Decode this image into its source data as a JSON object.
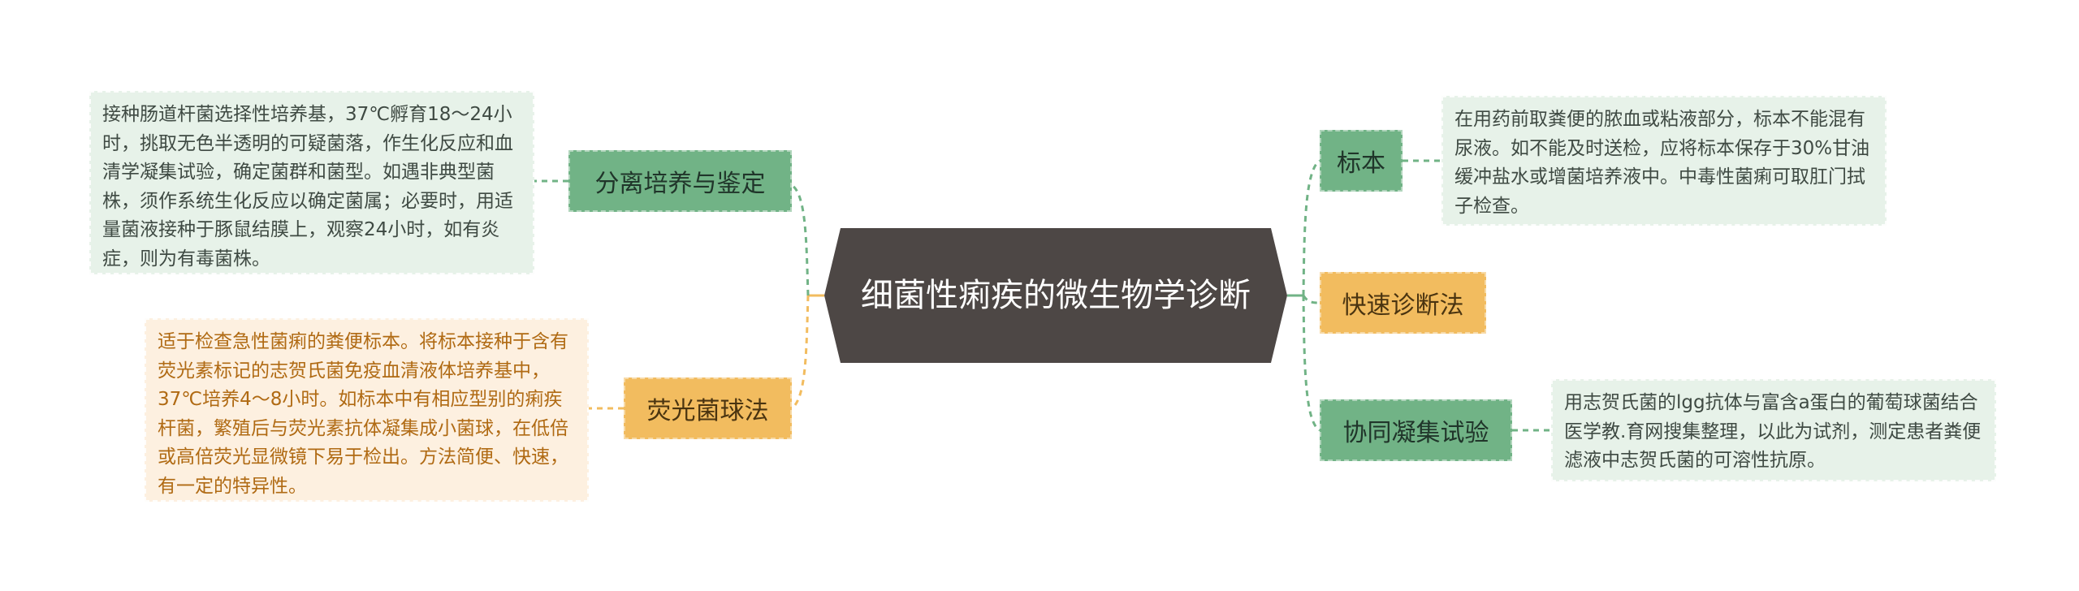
{
  "colors": {
    "center": "#4d4745",
    "green_topic": "#71b386",
    "orange_topic": "#f2bc5f",
    "green_note_bg": "#e7f2e9",
    "orange_note_bg": "#fdf0e0",
    "green_line": "#71b386",
    "orange_line": "#f2bc5f"
  },
  "center": {
    "title": "细菌性痢疾的微生物学诊断"
  },
  "topics": {
    "isolation": {
      "label": "分离培养与鉴定"
    },
    "fluorescent": {
      "label": "荧光菌球法"
    },
    "specimen": {
      "label": "标本"
    },
    "rapid": {
      "label": "快速诊断法"
    },
    "coagglutination": {
      "label": "协同凝集试验"
    }
  },
  "notes": {
    "isolation": {
      "text": "接种肠道杆菌选择性培养基，37℃孵育18～24小时，挑取无色半透明的可疑菌落，作生化反应和血清学凝集试验，确定菌群和菌型。如遇非典型菌株，须作系统生化反应以确定菌属；必要时，用适量菌液接种于豚鼠结膜上，观察24小时，如有炎症，则为有毒菌株。"
    },
    "fluorescent": {
      "text": "适于检查急性菌痢的粪便标本。将标本接种于含有荧光素标记的志贺氏菌免疫血清液体培养基中，37℃培养4～8小时。如标本中有相应型别的痢疾杆菌，繁殖后与荧光素抗体凝集成小菌球，在低倍或高倍荧光显微镜下易于检出。方法简便、快速，有一定的特异性。"
    },
    "specimen": {
      "text": "在用药前取粪便的脓血或粘液部分，标本不能混有尿液。如不能及时送检，应将标本保存于30%甘油缓冲盐水或增菌培养液中。中毒性菌痢可取肛门拭子检查。"
    },
    "coagglutination": {
      "text": "用志贺氏菌的lgg抗体与富含a蛋白的葡萄球菌结合医学教.育网搜集整理，以此为试剂，测定患者粪便滤液中志贺氏菌的可溶性抗原。"
    }
  }
}
